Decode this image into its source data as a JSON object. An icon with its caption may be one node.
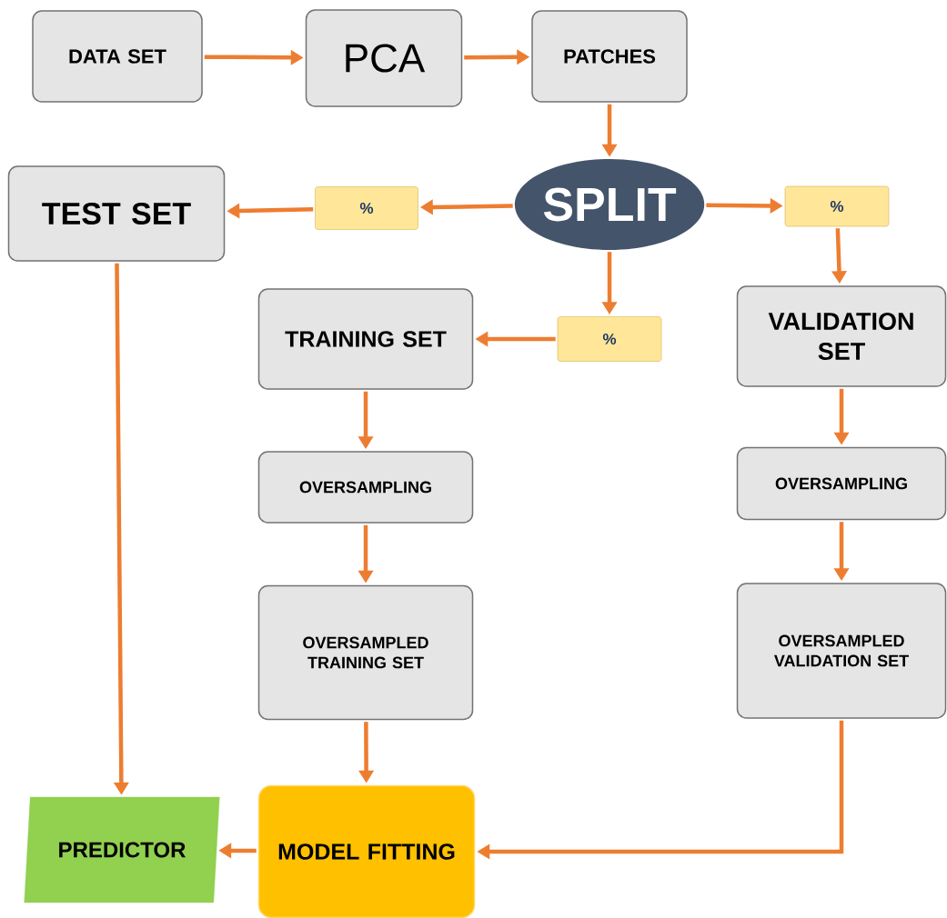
{
  "diagram": {
    "nodes": [
      {
        "text": [
          "DATA SET"
        ]
      },
      {
        "text": [
          "PCA"
        ]
      },
      {
        "text": [
          "PATCHES"
        ]
      },
      {
        "text": [
          "SPLIT"
        ]
      },
      {
        "text": [
          "TEST SET"
        ]
      },
      {
        "text": [
          "%"
        ]
      },
      {
        "text": [
          "%"
        ]
      },
      {
        "text": [
          "%"
        ]
      },
      {
        "text": [
          "TRAINING SET"
        ]
      },
      {
        "text": [
          "VALIDATION SET"
        ]
      },
      {
        "text": [
          "OVERSAMPLING"
        ]
      },
      {
        "text": [
          "OVERSAMPLING"
        ]
      },
      {
        "text": [
          "OVERSAMPLED TRAINING SET"
        ]
      },
      {
        "text": [
          "OVERSAMPLED VALIDATION SET"
        ]
      },
      {
        "text": [
          "MODEL FITTING"
        ]
      },
      {
        "text": [
          "PREDICTOR"
        ]
      }
    ],
    "edges": [
      {
        "from": 0,
        "to": 1,
        "arrow": "to"
      },
      {
        "from": 1,
        "to": 2,
        "arrow": "to"
      },
      {
        "from": 2,
        "to": 3,
        "arrow": "to"
      },
      {
        "from": 3,
        "to": 5,
        "arrow": "to"
      },
      {
        "from": 5,
        "to": 4,
        "arrow": "to"
      },
      {
        "from": 3,
        "to": 6,
        "arrow": "to"
      },
      {
        "from": 6,
        "to": 9,
        "arrow": "to"
      },
      {
        "from": 3,
        "to": 7,
        "arrow": "to"
      },
      {
        "from": 7,
        "to": 8,
        "arrow": "to"
      },
      {
        "from": 8,
        "to": 10,
        "arrow": "to"
      },
      {
        "from": 10,
        "to": 12,
        "arrow": "to"
      },
      {
        "from": 12,
        "to": 14,
        "arrow": "to"
      },
      {
        "from": 9,
        "to": 11,
        "arrow": "to"
      },
      {
        "from": 11,
        "to": 13,
        "arrow": "to"
      },
      {
        "from": 13,
        "to": 14,
        "arrow": "to"
      },
      {
        "from": 4,
        "to": 15,
        "arrow": "to"
      },
      {
        "from": 14,
        "to": 15,
        "arrow": "to"
      }
    ]
  }
}
